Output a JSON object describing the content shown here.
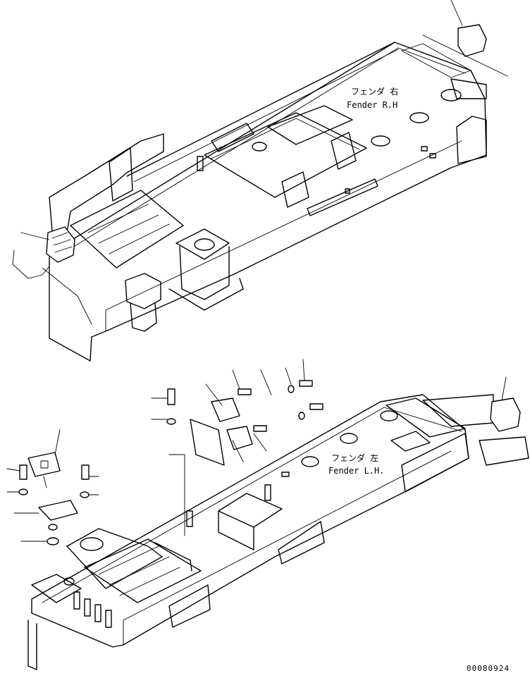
{
  "labels": {
    "fender_rh_jp": "フェンダ 右",
    "fender_rh_en": "Fender R.H",
    "fender_lh_jp": "フェンダ 左",
    "fender_lh_en": "Fender L.H.",
    "drawing_code": "00080924"
  }
}
